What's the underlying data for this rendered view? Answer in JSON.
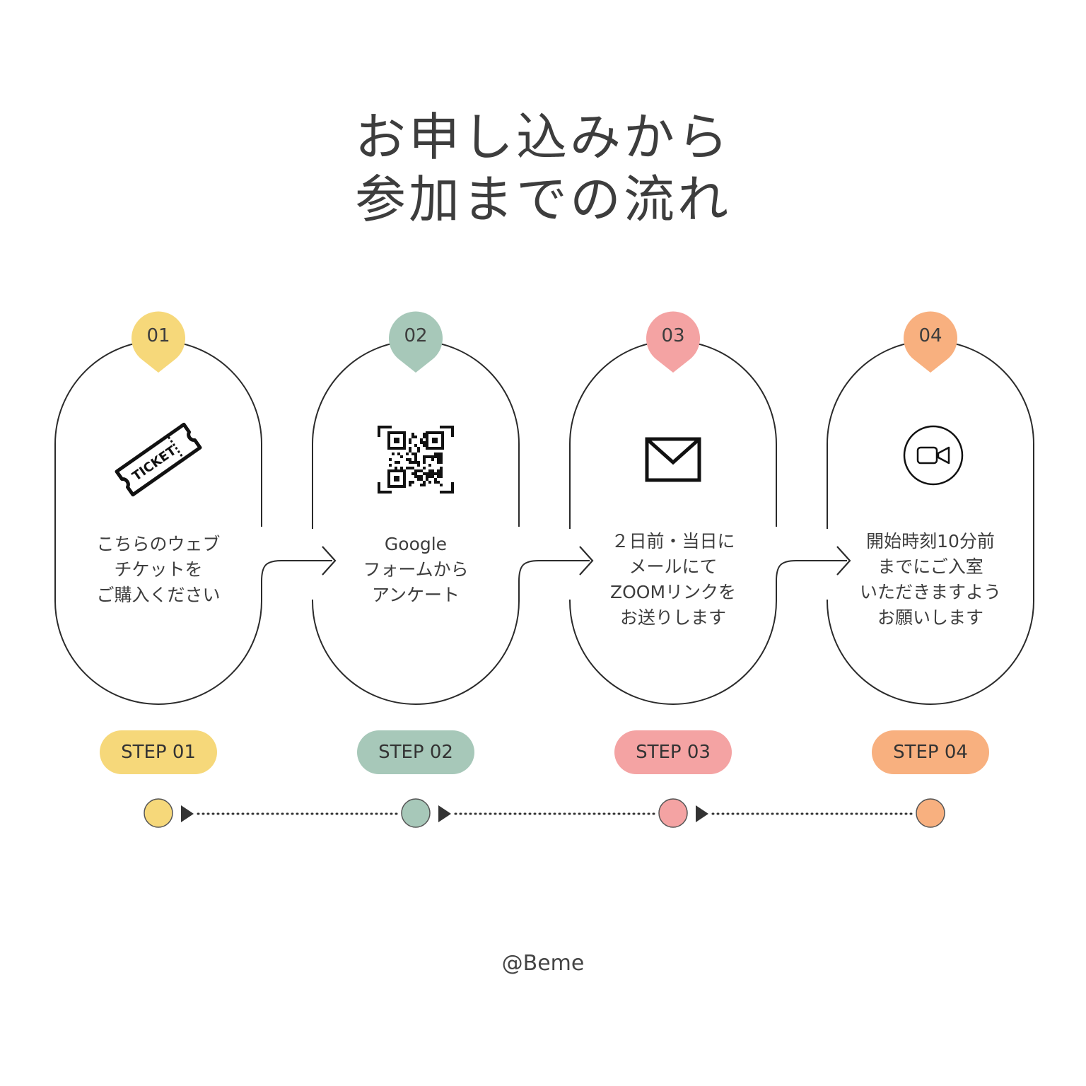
{
  "title": {
    "line1": "お申し込みから",
    "line2": "参加までの流れ"
  },
  "steps": [
    {
      "number": "01",
      "color": "#F6D87A",
      "icon": "ticket-icon",
      "icon_text": "TICKET",
      "description": [
        "こちらのウェブ",
        "チケットを",
        "ご購入ください"
      ],
      "label": "STEP 01"
    },
    {
      "number": "02",
      "color": "#A7C8B9",
      "icon": "qr-code-icon",
      "description": [
        "Google",
        "フォームから",
        "アンケート"
      ],
      "label": "STEP 02"
    },
    {
      "number": "03",
      "color": "#F4A3A3",
      "icon": "envelope-icon",
      "description": [
        "２日前・当日に",
        "メールにて",
        "ZOOMリンクを",
        "お送りします"
      ],
      "label": "STEP 03"
    },
    {
      "number": "04",
      "color": "#F8B07F",
      "icon": "video-camera-icon",
      "description": [
        "開始時刻10分前",
        "までにご入室",
        "いただきますよう",
        "お願いします"
      ],
      "label": "STEP 04"
    }
  ],
  "footer": "@Beme"
}
